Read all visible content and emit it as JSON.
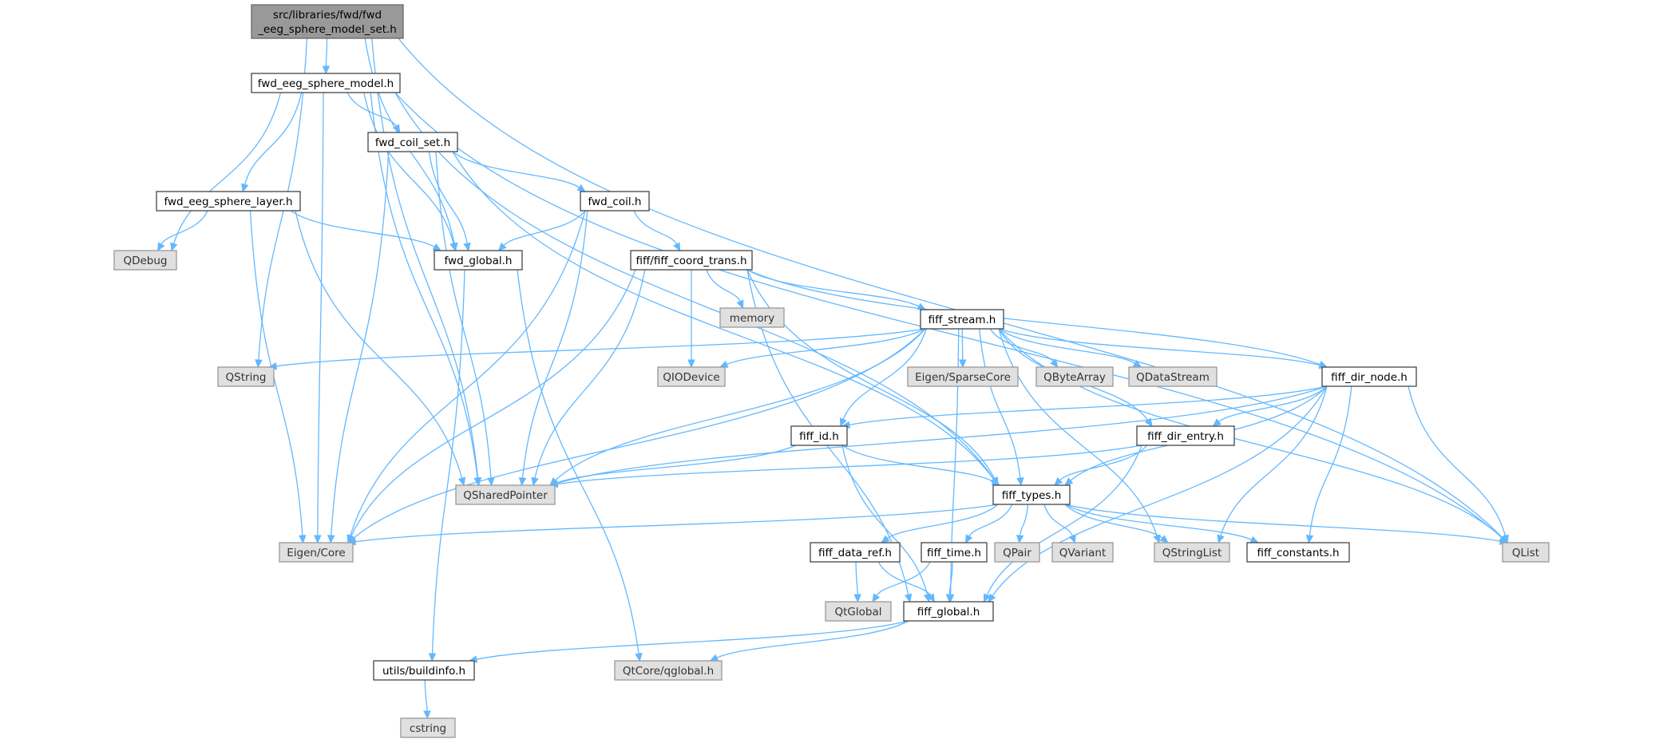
{
  "colors": {
    "edge": "#63b8ff",
    "root_fill": "#999999",
    "external_fill": "#e0e0e0",
    "file_fill": "#ffffff",
    "border": "#444444"
  },
  "nodes": [
    {
      "id": "root",
      "kind": "root",
      "lines": [
        "src/libraries/fwd/fwd",
        "_eeg_sphere_model_set.h"
      ]
    },
    {
      "id": "fwd_eeg_sphere_model",
      "kind": "file",
      "lines": [
        "fwd_eeg_sphere_model.h"
      ]
    },
    {
      "id": "fwd_coil_set",
      "kind": "file",
      "lines": [
        "fwd_coil_set.h"
      ]
    },
    {
      "id": "fwd_eeg_sphere_layer",
      "kind": "file",
      "lines": [
        "fwd_eeg_sphere_layer.h"
      ]
    },
    {
      "id": "fwd_coil",
      "kind": "file",
      "lines": [
        "fwd_coil.h"
      ]
    },
    {
      "id": "qdebug",
      "kind": "ext",
      "lines": [
        "QDebug"
      ]
    },
    {
      "id": "fwd_global",
      "kind": "file",
      "lines": [
        "fwd_global.h"
      ]
    },
    {
      "id": "fiff_coord_trans",
      "kind": "file",
      "lines": [
        "fiff/fiff_coord_trans.h"
      ]
    },
    {
      "id": "memory",
      "kind": "ext",
      "lines": [
        "memory"
      ]
    },
    {
      "id": "fiff_stream",
      "kind": "file",
      "lines": [
        "fiff_stream.h"
      ]
    },
    {
      "id": "qstring",
      "kind": "ext",
      "lines": [
        "QString"
      ]
    },
    {
      "id": "qiodevice",
      "kind": "ext",
      "lines": [
        "QIODevice"
      ]
    },
    {
      "id": "eigen_sparse",
      "kind": "ext",
      "lines": [
        "Eigen/SparseCore"
      ]
    },
    {
      "id": "qbytearray",
      "kind": "ext",
      "lines": [
        "QByteArray"
      ]
    },
    {
      "id": "qdatastream",
      "kind": "ext",
      "lines": [
        "QDataStream"
      ]
    },
    {
      "id": "fiff_dir_node",
      "kind": "file",
      "lines": [
        "fiff_dir_node.h"
      ]
    },
    {
      "id": "fiff_id",
      "kind": "file",
      "lines": [
        "fiff_id.h"
      ]
    },
    {
      "id": "fiff_dir_entry",
      "kind": "file",
      "lines": [
        "fiff_dir_entry.h"
      ]
    },
    {
      "id": "qsharedpointer",
      "kind": "ext",
      "lines": [
        "QSharedPointer"
      ]
    },
    {
      "id": "fiff_types",
      "kind": "file",
      "lines": [
        "fiff_types.h"
      ]
    },
    {
      "id": "eigen_core",
      "kind": "ext",
      "lines": [
        "Eigen/Core"
      ]
    },
    {
      "id": "fiff_data_ref",
      "kind": "file",
      "lines": [
        "fiff_data_ref.h"
      ]
    },
    {
      "id": "fiff_time",
      "kind": "file",
      "lines": [
        "fiff_time.h"
      ]
    },
    {
      "id": "qpair",
      "kind": "ext",
      "lines": [
        "QPair"
      ]
    },
    {
      "id": "qvariant",
      "kind": "ext",
      "lines": [
        "QVariant"
      ]
    },
    {
      "id": "qstringlist",
      "kind": "ext",
      "lines": [
        "QStringList"
      ]
    },
    {
      "id": "fiff_constants",
      "kind": "file",
      "lines": [
        "fiff_constants.h"
      ]
    },
    {
      "id": "qlist",
      "kind": "ext",
      "lines": [
        "QList"
      ]
    },
    {
      "id": "qtglobal",
      "kind": "ext",
      "lines": [
        "QtGlobal"
      ]
    },
    {
      "id": "fiff_global",
      "kind": "file",
      "lines": [
        "fiff_global.h"
      ]
    },
    {
      "id": "buildinfo",
      "kind": "file",
      "lines": [
        "utils/buildinfo.h"
      ]
    },
    {
      "id": "qtcore_qglobal",
      "kind": "ext",
      "lines": [
        "QtCore/qglobal.h"
      ]
    },
    {
      "id": "cstring",
      "kind": "ext",
      "lines": [
        "cstring"
      ]
    }
  ],
  "edges": [
    [
      "root",
      "fwd_eeg_sphere_model"
    ],
    [
      "root",
      "fwd_global"
    ],
    [
      "root",
      "qstring"
    ],
    [
      "root",
      "qsharedpointer"
    ],
    [
      "root",
      "qlist"
    ],
    [
      "fwd_eeg_sphere_model",
      "fwd_coil_set"
    ],
    [
      "fwd_eeg_sphere_model",
      "fwd_eeg_sphere_layer"
    ],
    [
      "fwd_eeg_sphere_model",
      "qdebug"
    ],
    [
      "fwd_eeg_sphere_model",
      "fwd_global"
    ],
    [
      "fwd_eeg_sphere_model",
      "qsharedpointer"
    ],
    [
      "fwd_eeg_sphere_model",
      "eigen_core"
    ],
    [
      "fwd_eeg_sphere_model",
      "fiff_types"
    ],
    [
      "fwd_eeg_sphere_model",
      "qlist"
    ],
    [
      "fwd_coil_set",
      "fwd_coil"
    ],
    [
      "fwd_coil_set",
      "fwd_global"
    ],
    [
      "fwd_coil_set",
      "qsharedpointer"
    ],
    [
      "fwd_coil_set",
      "eigen_core"
    ],
    [
      "fwd_coil_set",
      "fiff_types"
    ],
    [
      "fwd_eeg_sphere_layer",
      "qdebug"
    ],
    [
      "fwd_eeg_sphere_layer",
      "fwd_global"
    ],
    [
      "fwd_eeg_sphere_layer",
      "qsharedpointer"
    ],
    [
      "fwd_eeg_sphere_layer",
      "eigen_core"
    ],
    [
      "fwd_coil",
      "fwd_global"
    ],
    [
      "fwd_coil",
      "fiff_coord_trans"
    ],
    [
      "fwd_coil",
      "qsharedpointer"
    ],
    [
      "fwd_coil",
      "eigen_core"
    ],
    [
      "fwd_global",
      "buildinfo"
    ],
    [
      "fwd_global",
      "qtcore_qglobal"
    ],
    [
      "fiff_coord_trans",
      "memory"
    ],
    [
      "fiff_coord_trans",
      "fiff_stream"
    ],
    [
      "fiff_coord_trans",
      "qiodevice"
    ],
    [
      "fiff_coord_trans",
      "qsharedpointer"
    ],
    [
      "fiff_coord_trans",
      "eigen_core"
    ],
    [
      "fiff_coord_trans",
      "fiff_types"
    ],
    [
      "fiff_coord_trans",
      "fiff_dir_node"
    ],
    [
      "fiff_coord_trans",
      "fiff_global"
    ],
    [
      "fiff_stream",
      "qstring"
    ],
    [
      "fiff_stream",
      "qiodevice"
    ],
    [
      "fiff_stream",
      "eigen_sparse"
    ],
    [
      "fiff_stream",
      "qbytearray"
    ],
    [
      "fiff_stream",
      "qdatastream"
    ],
    [
      "fiff_stream",
      "fiff_dir_node"
    ],
    [
      "fiff_stream",
      "fiff_id"
    ],
    [
      "fiff_stream",
      "fiff_dir_entry"
    ],
    [
      "fiff_stream",
      "qsharedpointer"
    ],
    [
      "fiff_stream",
      "fiff_types"
    ],
    [
      "fiff_stream",
      "eigen_core"
    ],
    [
      "fiff_stream",
      "qstringlist"
    ],
    [
      "fiff_stream",
      "qlist"
    ],
    [
      "fiff_stream",
      "fiff_global"
    ],
    [
      "fiff_dir_node",
      "fiff_id"
    ],
    [
      "fiff_dir_node",
      "fiff_dir_entry"
    ],
    [
      "fiff_dir_node",
      "qsharedpointer"
    ],
    [
      "fiff_dir_node",
      "fiff_types"
    ],
    [
      "fiff_dir_node",
      "qstringlist"
    ],
    [
      "fiff_dir_node",
      "fiff_constants"
    ],
    [
      "fiff_dir_node",
      "qlist"
    ],
    [
      "fiff_dir_node",
      "fiff_global"
    ],
    [
      "fiff_id",
      "qsharedpointer"
    ],
    [
      "fiff_id",
      "fiff_types"
    ],
    [
      "fiff_id",
      "fiff_global"
    ],
    [
      "fiff_dir_entry",
      "qsharedpointer"
    ],
    [
      "fiff_dir_entry",
      "fiff_types"
    ],
    [
      "fiff_dir_entry",
      "fiff_global"
    ],
    [
      "fiff_types",
      "eigen_core"
    ],
    [
      "fiff_types",
      "fiff_data_ref"
    ],
    [
      "fiff_types",
      "fiff_time"
    ],
    [
      "fiff_types",
      "qpair"
    ],
    [
      "fiff_types",
      "qvariant"
    ],
    [
      "fiff_types",
      "qstringlist"
    ],
    [
      "fiff_types",
      "fiff_constants"
    ],
    [
      "fiff_types",
      "qlist"
    ],
    [
      "fiff_data_ref",
      "qtglobal"
    ],
    [
      "fiff_data_ref",
      "fiff_global"
    ],
    [
      "fiff_time",
      "qtglobal"
    ],
    [
      "fiff_time",
      "fiff_global"
    ],
    [
      "fiff_global",
      "buildinfo"
    ],
    [
      "fiff_global",
      "qtcore_qglobal"
    ],
    [
      "buildinfo",
      "cstring"
    ]
  ]
}
